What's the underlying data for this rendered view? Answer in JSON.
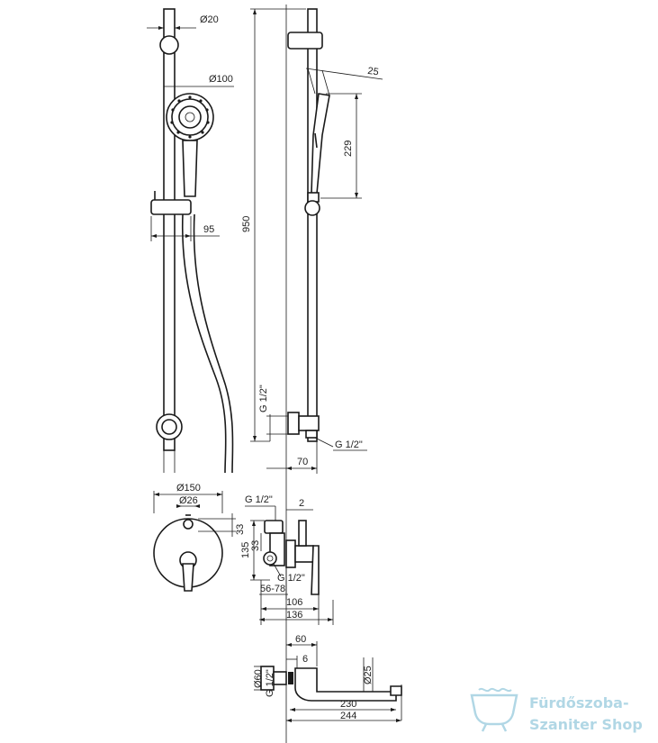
{
  "colors": {
    "line": "#1a1a1a",
    "watermark": "#a9d3e3"
  },
  "dimensions": {
    "d20": "Ø20",
    "d100": "Ø100",
    "d95": "95",
    "d950": "950",
    "d25": "25",
    "d229": "229",
    "g12_top_left": "G 1/2\"",
    "g12_top_right": "G 1/2\"",
    "d70": "70",
    "d150": "Ø150",
    "d26": "Ø26",
    "d33_right": "33",
    "d135": "135",
    "d33_left": "33",
    "g12_valve_top": "G 1/2\"",
    "d2": "2",
    "g12_valve_mid": "G 1/2\"",
    "d56_78": "56-78",
    "d106": "106",
    "d136": "136",
    "d60": "60",
    "d6": "6",
    "d60_dia": "Ø60",
    "g12_spout": "G 1/2\"",
    "d25_dia": "Ø25",
    "d230": "230",
    "d244": "244"
  },
  "watermark": {
    "icon": "bathtub-icon",
    "line1": "Fürdőszoba-",
    "line2": "Szaniter Shop"
  }
}
